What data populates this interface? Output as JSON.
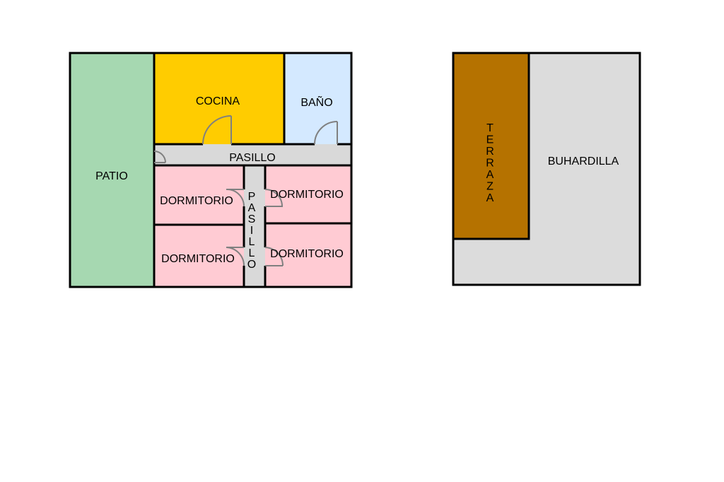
{
  "plan_left": {
    "rooms": [
      {
        "id": "patio",
        "label": "PATIO",
        "color": "#a6d8b1"
      },
      {
        "id": "cocina",
        "label": "COCINA",
        "color": "#ffcc00"
      },
      {
        "id": "bano",
        "label": "BAÑO",
        "color": "#d4e9ff"
      },
      {
        "id": "pasillo_h",
        "label": "PASILLO",
        "color": "#d9d9d9"
      },
      {
        "id": "pasillo_v",
        "label": "PASILLO",
        "color": "#d9d9d9"
      },
      {
        "id": "dorm_tl",
        "label": "DORMITORIO",
        "color": "#ffcbd3"
      },
      {
        "id": "dorm_tr",
        "label": "DORMITORIO",
        "color": "#ffcbd3"
      },
      {
        "id": "dorm_bl",
        "label": "DORMITORIO",
        "color": "#ffcbd3"
      },
      {
        "id": "dorm_br",
        "label": "DORMITORIO",
        "color": "#ffcbd3"
      }
    ]
  },
  "plan_right": {
    "rooms": [
      {
        "id": "terraza",
        "label": "TERRAZA",
        "color": "#b57200"
      },
      {
        "id": "buhardilla",
        "label": "BUHARDILLA",
        "color": "#dcdcdc"
      }
    ]
  }
}
